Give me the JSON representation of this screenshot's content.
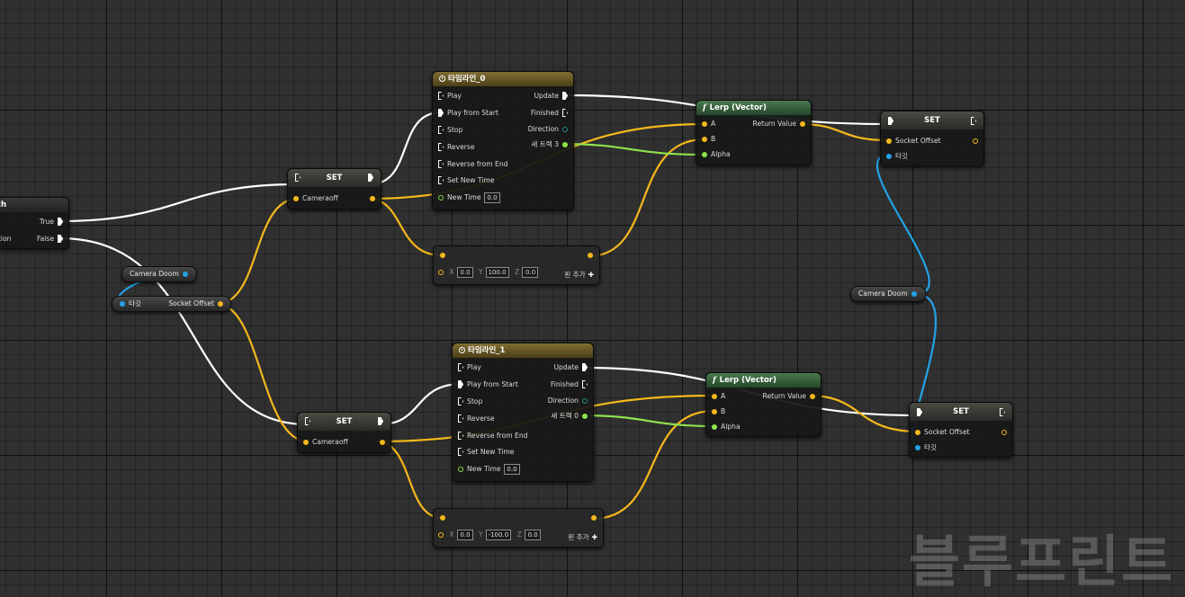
{
  "branch": {
    "title": "ch",
    "true_label": "True",
    "condition_label": "dition",
    "false_label": "False"
  },
  "vars": {
    "camera_doom_1": "Camera Doom",
    "camera_doom_2": "Camera Doom"
  },
  "break_node": {
    "target_label": "타깃",
    "socket_offset_label": "Socket Offset"
  },
  "set_nodes": [
    {
      "title": "SET",
      "pin_label": "Cameraoff"
    },
    {
      "title": "SET",
      "pin_label": "Cameraoff"
    }
  ],
  "timelines": [
    {
      "title": "타임라인_0",
      "pins_in": [
        "Play",
        "Play from Start",
        "Stop",
        "Reverse",
        "Reverse from End",
        "Set New Time",
        "New Time"
      ],
      "new_time": "0.0",
      "pins_out": [
        "Update",
        "Finished",
        "Direction",
        "새 트랙 3"
      ]
    },
    {
      "title": "타임라인_1",
      "pins_in": [
        "Play",
        "Play from Start",
        "Stop",
        "Reverse",
        "Reverse from End",
        "Set New Time",
        "New Time"
      ],
      "new_time": "0.0",
      "pins_out": [
        "Update",
        "Finished",
        "Direction",
        "새 트랙 0"
      ]
    }
  ],
  "vector_adds": [
    {
      "x": "0.0",
      "y": "100.0",
      "z": "0.0",
      "add_pin": "핀 추가"
    },
    {
      "x": "0.0",
      "y": "-100.0",
      "z": "0.0",
      "add_pin": "핀 추가"
    }
  ],
  "axis_labels": {
    "x": "X",
    "y": "Y",
    "z": "Z"
  },
  "lerps": [
    {
      "title": "Lerp (Vector)",
      "a": "A",
      "b": "B",
      "alpha": "Alpha",
      "ret": "Return Value"
    },
    {
      "title": "Lerp (Vector)",
      "a": "A",
      "b": "B",
      "alpha": "Alpha",
      "ret": "Return Value"
    }
  ],
  "set_offsets": [
    {
      "title": "SET",
      "socket_offset": "Socket Offset",
      "target": "타깃"
    },
    {
      "title": "SET",
      "socket_offset": "Socket Offset",
      "target": "타깃"
    }
  ],
  "watermark": "블루프린트",
  "colors": {
    "exec": "#ffffff",
    "vector": "#f5b81c",
    "float": "#8fe24c",
    "object": "#23a3e6",
    "timeline_header": "#6e5b23",
    "function_header": "#3c6a42"
  }
}
